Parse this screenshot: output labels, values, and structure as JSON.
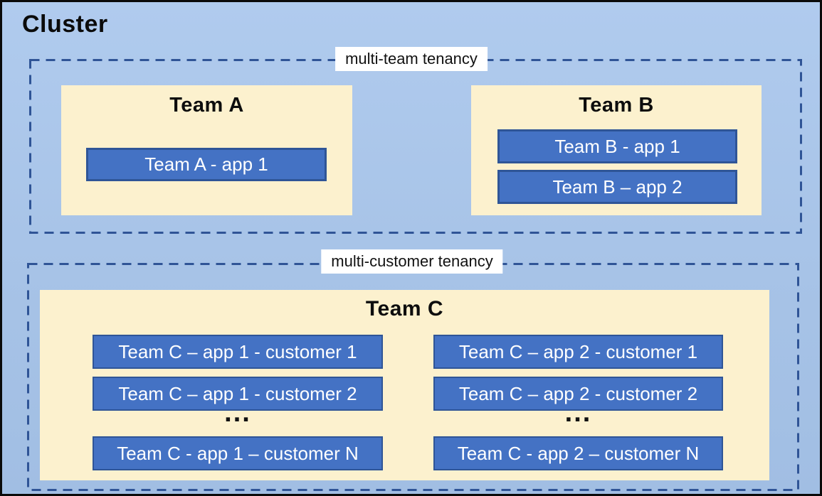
{
  "cluster": {
    "title": "Cluster"
  },
  "multi_team": {
    "label": "multi-team tenancy",
    "team_a": {
      "title": "Team A",
      "app_1": "Team A - app 1"
    },
    "team_b": {
      "title": "Team B",
      "app_1": "Team B - app 1",
      "app_2": "Team B – app 2"
    }
  },
  "multi_customer": {
    "label": "multi-customer tenancy",
    "team_c": {
      "title": "Team C",
      "app_1": {
        "customer_1": "Team C – app 1 - customer 1",
        "customer_2": "Team C – app 1 - customer 2",
        "ellipsis": "...",
        "customer_n": "Team C - app 1 – customer N"
      },
      "app_2": {
        "customer_1": "Team C – app 2 - customer 1",
        "customer_2": "Team C – app 2 - customer 2",
        "ellipsis": "...",
        "customer_n": "Team C - app 2 – customer N"
      }
    }
  },
  "colors": {
    "background_blue": "#A9C5E9",
    "panel_cream": "#FCF1CE",
    "app_fill_blue": "#4472C4",
    "app_border_blue": "#2F5597",
    "dashed_border_blue": "#2F5496",
    "label_background": "#FFFFFF",
    "outer_border": "#000000"
  }
}
